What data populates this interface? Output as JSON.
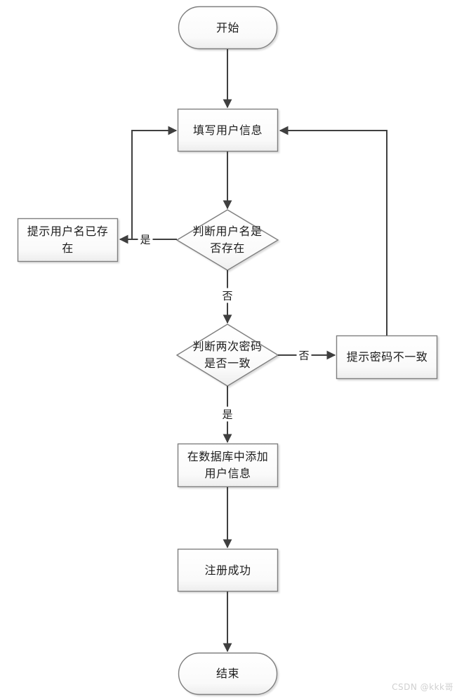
{
  "page": {
    "background": "#ffffff"
  },
  "flowchart": {
    "nodes": {
      "start": {
        "label": "开始",
        "type": "terminator"
      },
      "fill_user_info": {
        "label": "填写用户信息",
        "type": "process"
      },
      "check_username_exists": {
        "label": "判断用户名是\n否存在",
        "type": "decision"
      },
      "prompt_username_exists": {
        "label": "提示用户名已存\n在",
        "type": "process"
      },
      "check_passwords_match": {
        "label": "判断两次密码\n是否一致",
        "type": "decision"
      },
      "prompt_password_mismatch": {
        "label": "提示密码不一致",
        "type": "process"
      },
      "add_user_to_database": {
        "label": "在数据库中添加\n用户信息",
        "type": "process"
      },
      "register_success": {
        "label": "注册成功",
        "type": "process"
      },
      "end": {
        "label": "结束",
        "type": "terminator"
      }
    },
    "edge_labels": {
      "username_exists_yes": "是",
      "username_exists_no": "否",
      "passwords_mismatch_no": "否",
      "passwords_match_yes": "是"
    },
    "colors": {
      "connector": "#3f3f3f",
      "shape_border": "#7f7f7f",
      "shape_fill_top": "#ffffff",
      "shape_fill_bottom": "#ededed",
      "text": "#1c1c1c",
      "watermark": "#d0d0d0"
    }
  },
  "watermark": {
    "text": "CSDN @kkk哥"
  }
}
